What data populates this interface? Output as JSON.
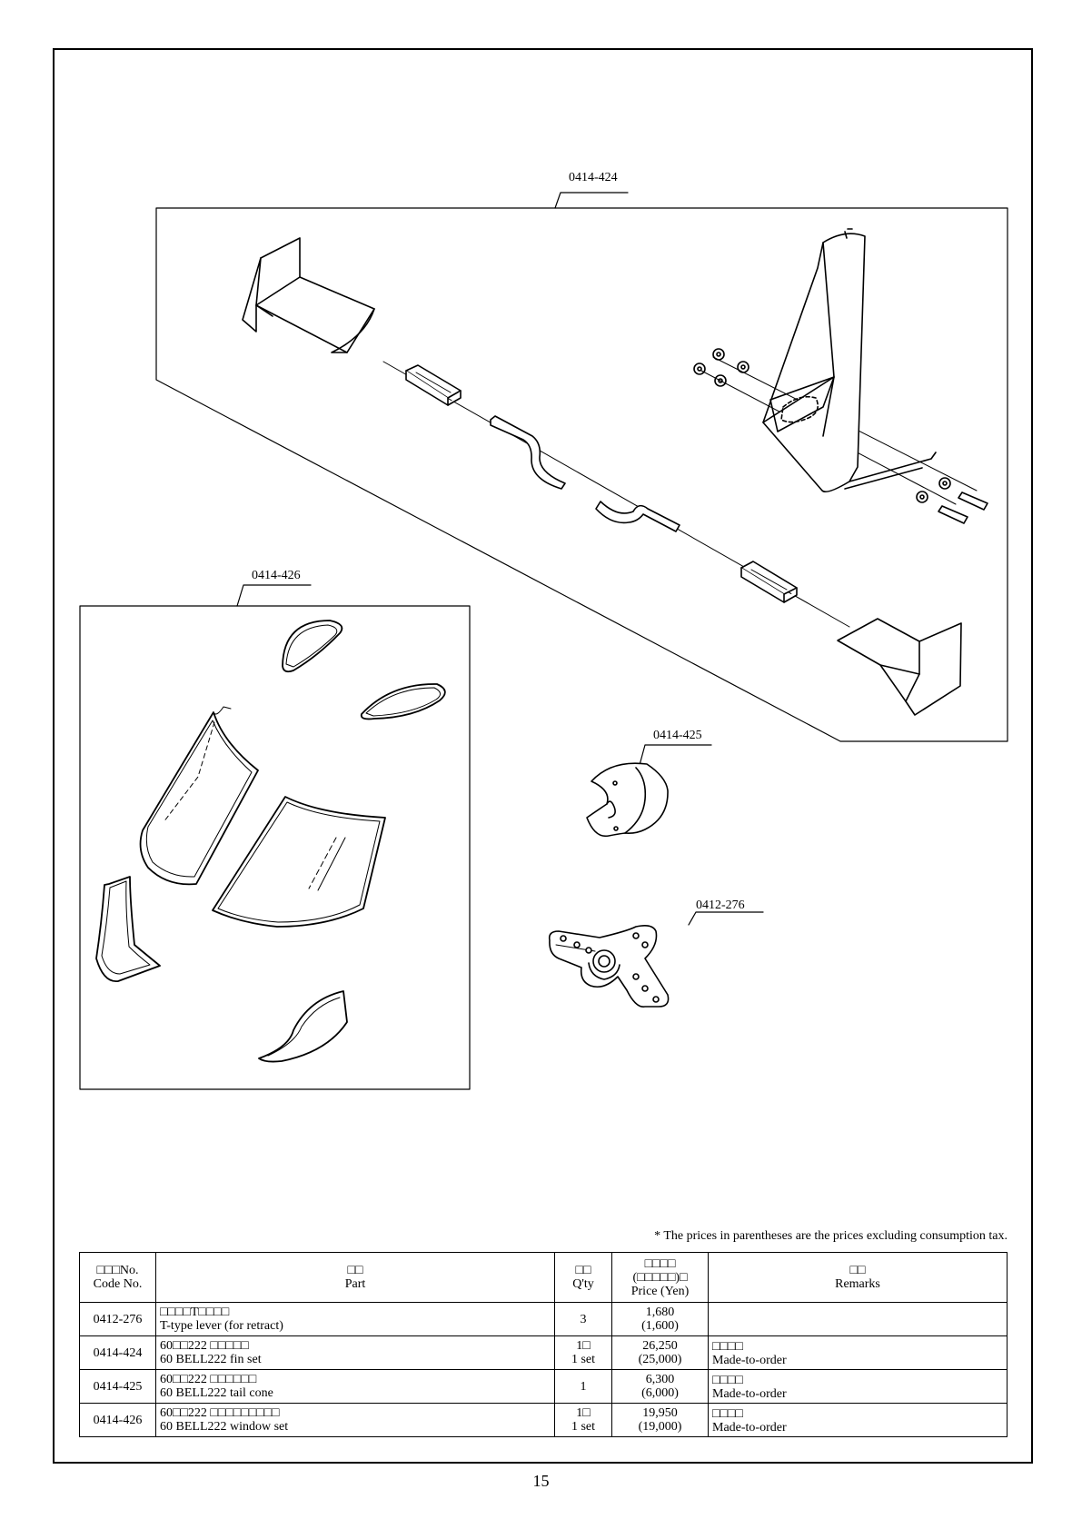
{
  "callouts": {
    "fin_set": "0414-424",
    "window_set": "0414-426",
    "tail_cone": "0414-425",
    "t_lever": "0412-276"
  },
  "note": "* The prices in parentheses are the prices excluding consumption tax.",
  "table": {
    "headers": {
      "code_jp": "□□□No.",
      "code_en": "Code No.",
      "part_jp": "□□",
      "part_en": "Part",
      "qty_jp": "□□",
      "qty_en": "Q'ty",
      "price_jp1": "□□□□",
      "price_jp2": "(□□□□□)□",
      "price_en": "Price (Yen)",
      "remarks_jp": "□□",
      "remarks_en": "Remarks"
    },
    "rows": [
      {
        "code": "0412-276",
        "part_jp": "□□□□T□□□□",
        "part_en": "T-type lever (for retract)",
        "qty1": "3",
        "qty2": "",
        "price": "1,680",
        "price_ex": "(1,600)",
        "remarks_jp": "",
        "remarks_en": ""
      },
      {
        "code": "0414-424",
        "part_jp": "60□□222 □□□□□",
        "part_en": "60 BELL222 fin set",
        "qty1": "1□",
        "qty2": "1 set",
        "price": "26,250",
        "price_ex": "(25,000)",
        "remarks_jp": "□□□□",
        "remarks_en": "Made-to-order"
      },
      {
        "code": "0414-425",
        "part_jp": "60□□222 □□□□□□",
        "part_en": "60 BELL222 tail cone",
        "qty1": "1",
        "qty2": "",
        "price": "6,300",
        "price_ex": "(6,000)",
        "remarks_jp": "□□□□",
        "remarks_en": "Made-to-order"
      },
      {
        "code": "0414-426",
        "part_jp": "60□□222 □□□□□□□□□",
        "part_en": "60 BELL222 window set",
        "qty1": "1□",
        "qty2": "1 set",
        "price": "19,950",
        "price_ex": "(19,000)",
        "remarks_jp": "□□□□",
        "remarks_en": "Made-to-order"
      }
    ]
  },
  "page_number": "15"
}
